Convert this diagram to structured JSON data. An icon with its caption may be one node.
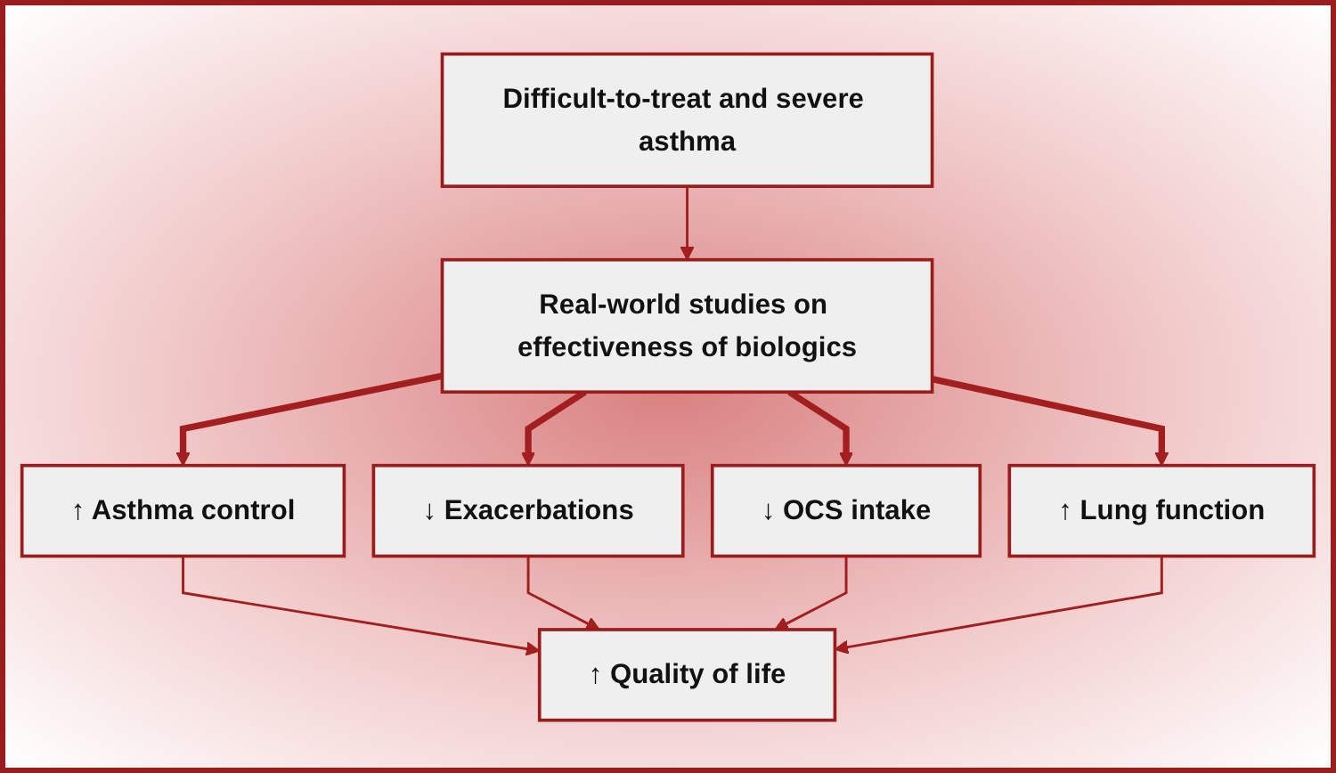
{
  "diagram": {
    "nodes": [
      {
        "text": [
          "Difficult-to-treat and severe asthma"
        ]
      },
      {
        "text": [
          "Real-world studies on effectiveness of biologics"
        ]
      },
      {
        "text": [
          "↑ Asthma control"
        ]
      },
      {
        "text": [
          "↓ Exacerbations"
        ]
      },
      {
        "text": [
          "↓ OCS intake"
        ]
      },
      {
        "text": [
          "↑ Lung function"
        ]
      },
      {
        "text": [
          "↑ Quality of life"
        ]
      }
    ],
    "edges": [
      {
        "from": 0,
        "to": 1,
        "arrow": "to"
      },
      {
        "from": 1,
        "to": 2,
        "arrow": "to",
        "style": "thick"
      },
      {
        "from": 1,
        "to": 3,
        "arrow": "to",
        "style": "thick"
      },
      {
        "from": 1,
        "to": 4,
        "arrow": "to",
        "style": "thick"
      },
      {
        "from": 1,
        "to": 5,
        "arrow": "to",
        "style": "thick"
      },
      {
        "from": 2,
        "to": 6,
        "arrow": "to"
      },
      {
        "from": 3,
        "to": 6,
        "arrow": "to"
      },
      {
        "from": 4,
        "to": 6,
        "arrow": "to"
      },
      {
        "from": 5,
        "to": 6,
        "arrow": "to"
      }
    ]
  }
}
